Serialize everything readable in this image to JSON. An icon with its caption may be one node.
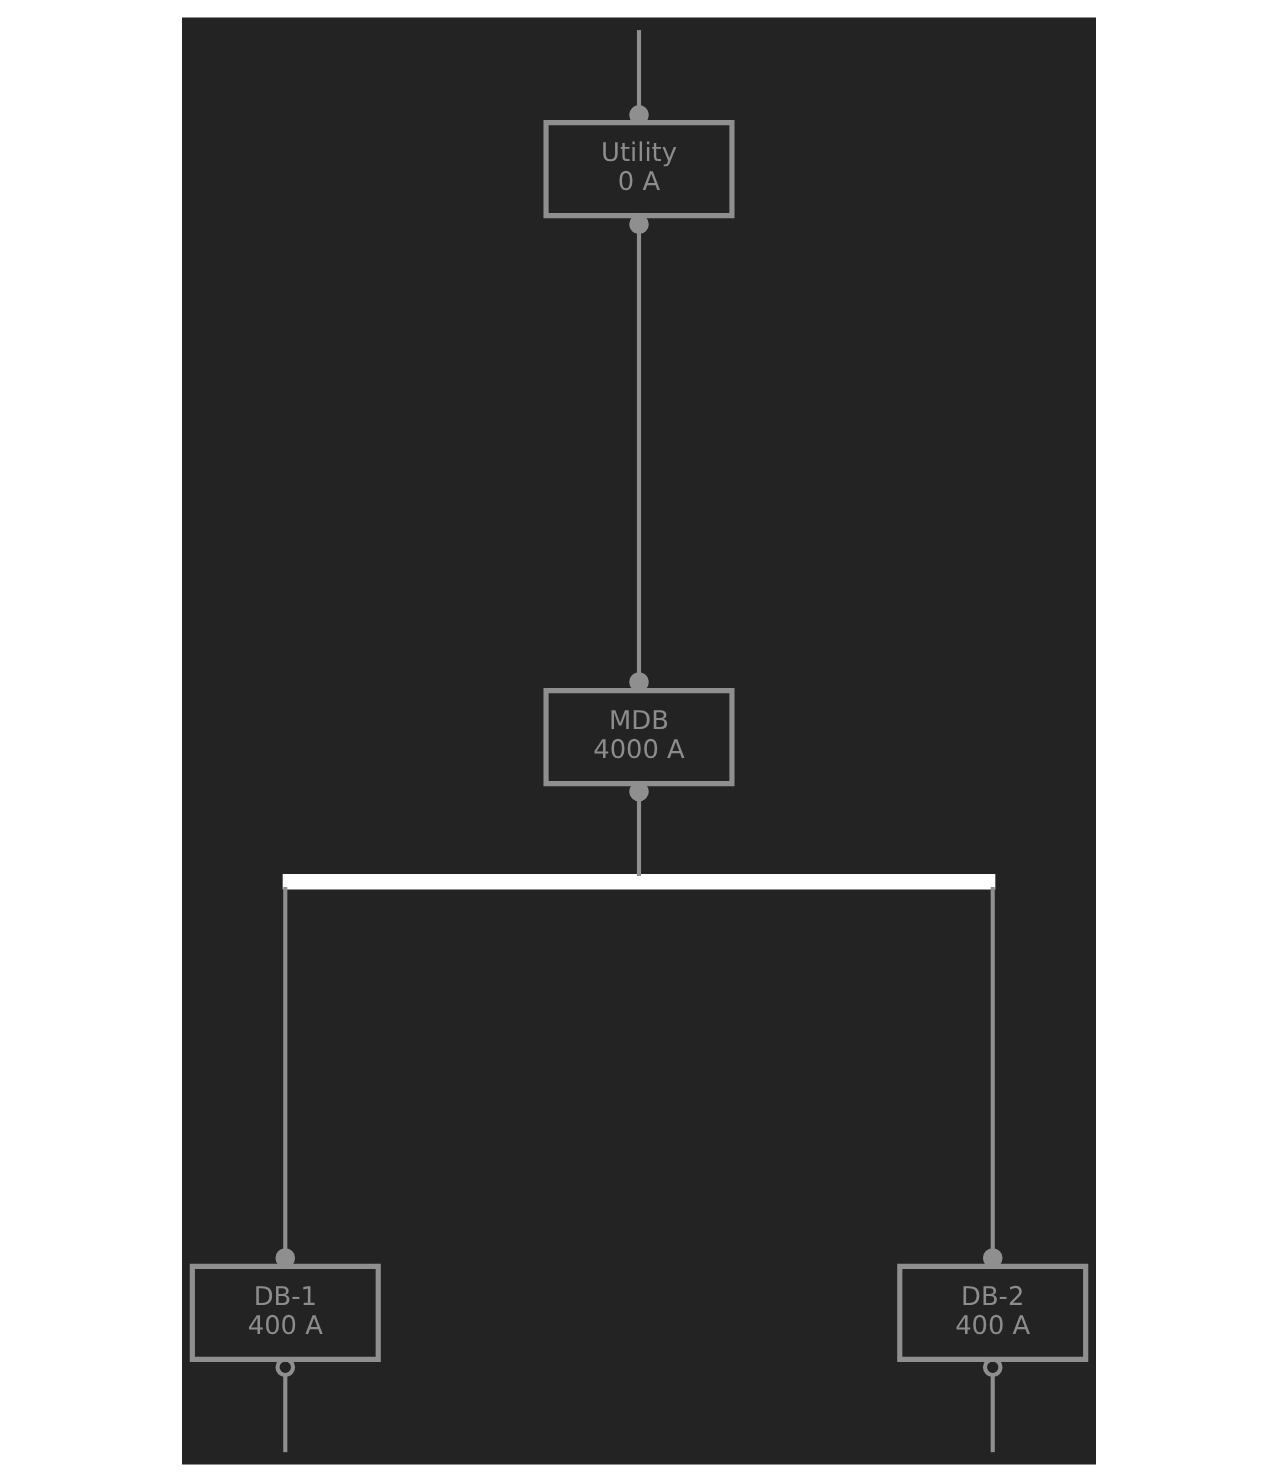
{
  "diagram": {
    "nodes": [
      {
        "text": [
          "Utility",
          "0 A"
        ]
      },
      {
        "text": [
          "MDB",
          "4000 A"
        ]
      },
      {
        "text": [],
        "shape": "bar"
      },
      {
        "text": [
          "DB-1",
          "400 A"
        ]
      },
      {
        "text": [
          "DB-2",
          "400 A"
        ]
      }
    ],
    "edges": [
      {
        "from": null,
        "to": 0,
        "arrow": "other"
      },
      {
        "from": 0,
        "to": 1,
        "arrow": "other"
      },
      {
        "from": 1,
        "to": 2,
        "arrow": "other"
      },
      {
        "from": 2,
        "to": 3,
        "arrow": "other"
      },
      {
        "from": 2,
        "to": 4,
        "arrow": "other"
      },
      {
        "from": 3,
        "to": null,
        "arrow": "other"
      },
      {
        "from": 4,
        "to": null,
        "arrow": "other"
      }
    ]
  }
}
